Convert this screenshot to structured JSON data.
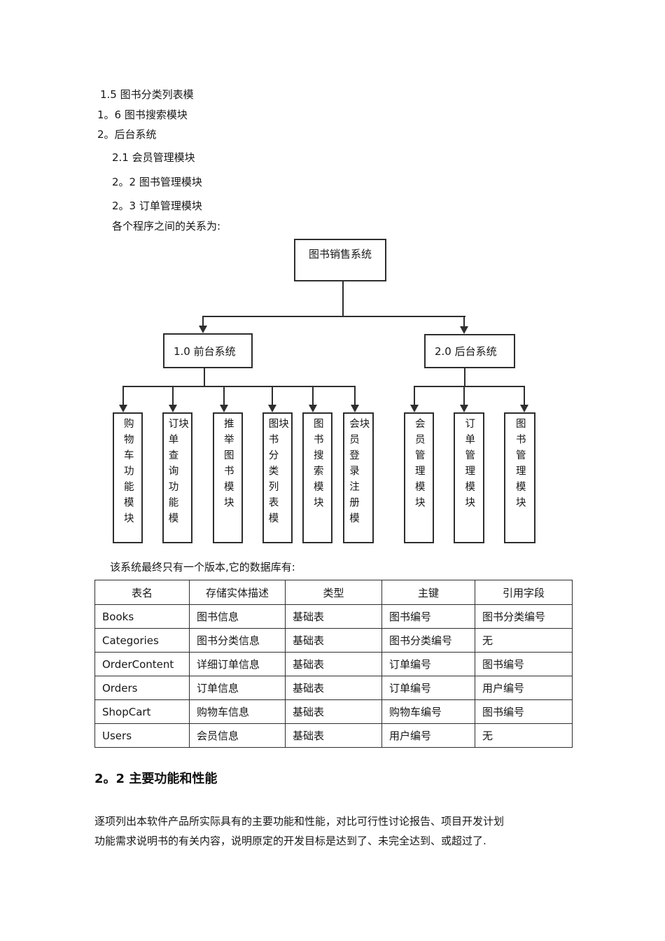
{
  "page": {
    "background": "#ffffff",
    "text_color": "#1a1a1a",
    "line_color": "#2e2e2e"
  },
  "intro": {
    "lines": [
      "1.5 图书分类列表模",
      "1。6 图书搜索模块",
      "2。后台系统",
      "2.1 会员管理模块",
      "2。2 图书管理模块",
      "2。3 订单管理模块",
      "各个程序之间的关系为:"
    ]
  },
  "diagram": {
    "root_label": "图书销售系统",
    "level2": [
      {
        "label": "1.0 前台系统"
      },
      {
        "label": "2.0 后台系统"
      }
    ],
    "frontend_children": [
      "购物车功能模块",
      "订单查询功能模块",
      "推举图书模块",
      "图书分类列表模块",
      "图书搜索模块",
      "会员登录注册模块"
    ],
    "backend_children": [
      "会员管理模块",
      "订单管理模块",
      "图书管理模块"
    ]
  },
  "db_intro": "该系统最终只有一个版本,它的数据库有:",
  "table": {
    "headers": [
      "表名",
      "存储实体描述",
      "类型",
      "主键",
      "引用字段"
    ],
    "rows": [
      [
        "Books",
        "图书信息",
        "基础表",
        "图书编号",
        "图书分类编号"
      ],
      [
        "Categories",
        "图书分类信息",
        "基础表",
        "图书分类编号",
        "无"
      ],
      [
        "OrderContent",
        "详细订单信息",
        "基础表",
        "订单编号",
        "图书编号"
      ],
      [
        "Orders",
        "订单信息",
        "基础表",
        "订单编号",
        "用户编号"
      ],
      [
        "ShopCart",
        "购物车信息",
        "基础表",
        "购物车编号",
        "图书编号"
      ],
      [
        "Users",
        "会员信息",
        "基础表",
        "用户编号",
        "无"
      ]
    ]
  },
  "section": {
    "heading": "2。2 主要功能和性能",
    "paragraph_lines": [
      "逐项列出本软件产品所实际具有的主要功能和性能，对比可行性讨论报告、项目开发计划",
      "功能需求说明书的有关内容，说明原定的开发目标是达到了、未完全达到、或超过了."
    ]
  }
}
